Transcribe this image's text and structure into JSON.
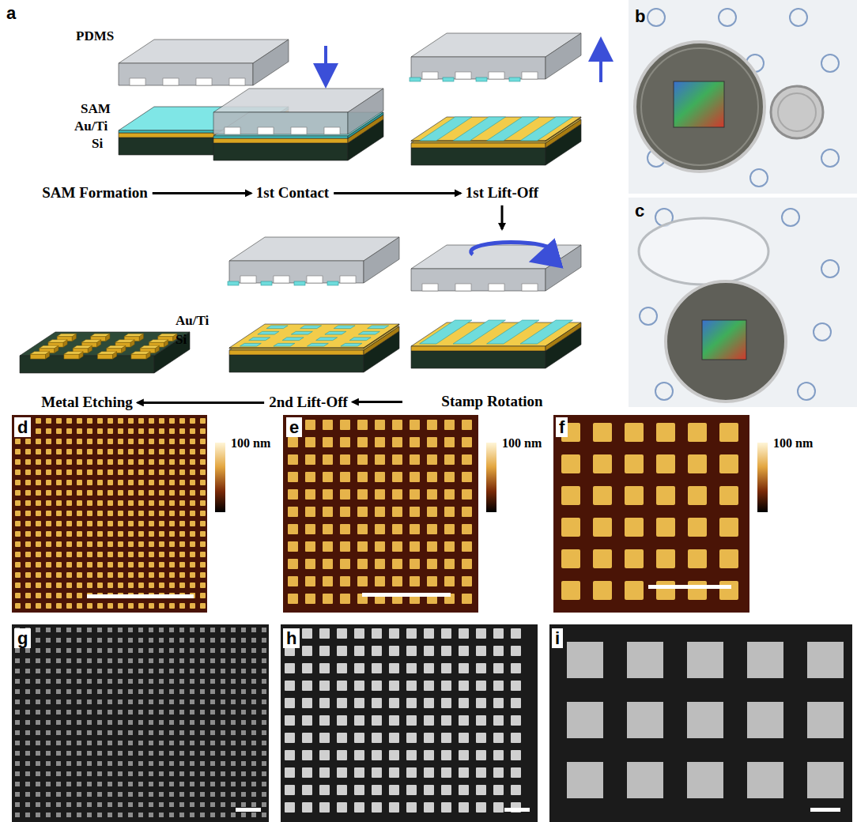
{
  "diagram": {
    "nodes": [
      {
        "text": [
          "SAM Formation"
        ]
      },
      {
        "text": [
          "1st Contact"
        ]
      },
      {
        "text": [
          "1st Lift-Off"
        ]
      },
      {
        "text": [
          "Stamp Rotation"
        ]
      },
      {
        "text": [
          "2nd Lift-Off"
        ]
      },
      {
        "text": [
          "Metal Etching"
        ]
      }
    ],
    "edges": [
      {
        "from": 0,
        "to": 1,
        "arrow": "to"
      },
      {
        "from": 1,
        "to": 2,
        "arrow": "to"
      },
      {
        "from": 2,
        "to": 3,
        "arrow": "to"
      },
      {
        "from": 3,
        "to": 4,
        "arrow": "to"
      },
      {
        "from": 4,
        "to": 5,
        "arrow": "to"
      }
    ],
    "labels": [
      "a",
      "PDMS",
      "SAM",
      "Au/Ti",
      "Si",
      "Au/Ti",
      "Si",
      "b",
      "c",
      "d",
      "100 nm",
      "e",
      "100 nm",
      "f",
      "100 nm",
      "g",
      "h",
      "i"
    ]
  }
}
